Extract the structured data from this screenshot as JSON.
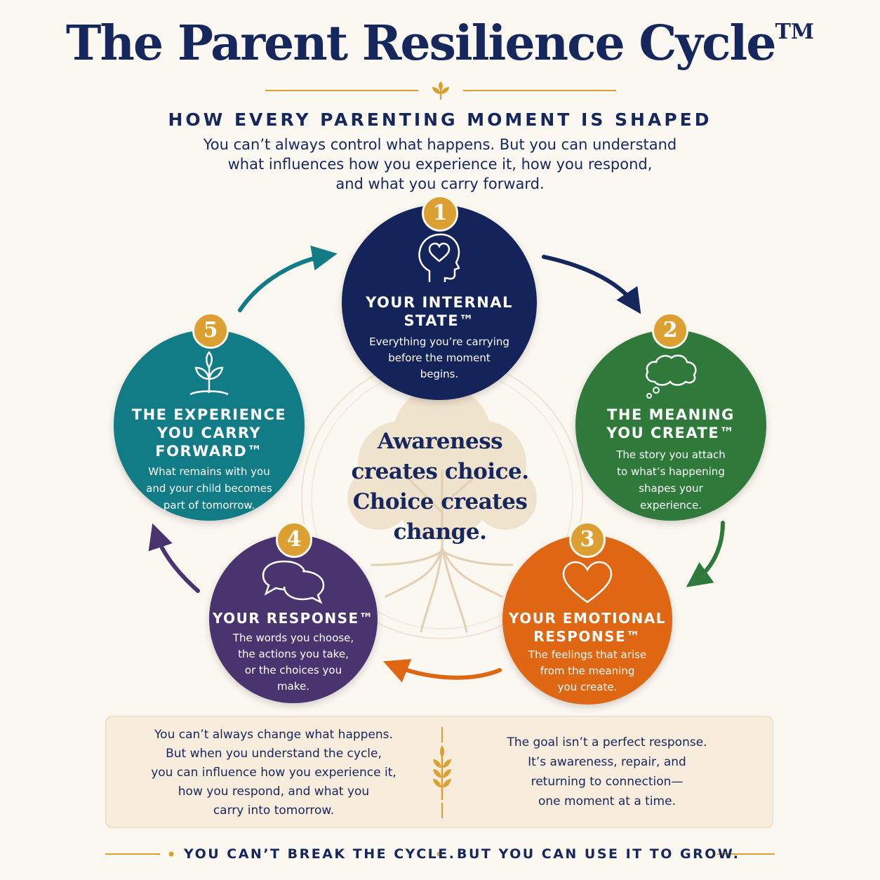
{
  "header": {
    "title": "The Parent Resilience Cycle",
    "title_mark": "TM",
    "subheading": "HOW EVERY PARENTING MOMENT IS SHAPED",
    "intro_lines": [
      "You can’t always control what happens. But you can understand",
      "what influences how you experience it, how you respond,",
      "and what you carry forward."
    ]
  },
  "stages": [
    {
      "number": "1",
      "title_lines": [
        "YOUR INTERNAL",
        "STATE™"
      ],
      "desc_lines": [
        "Everything you’re carrying",
        "before the moment",
        "begins."
      ],
      "color": "#14235a",
      "icon": "head-heart-icon"
    },
    {
      "number": "2",
      "title_lines": [
        "THE MEANING",
        "YOU CREATE™"
      ],
      "desc_lines": [
        "The story you attach",
        "to what’s happening",
        "shapes your",
        "experience."
      ],
      "color": "#2f7a3b",
      "icon": "thought-cloud-icon"
    },
    {
      "number": "3",
      "title_lines": [
        "YOUR EMOTIONAL",
        "RESPONSE™"
      ],
      "desc_lines": [
        "The feelings that arise",
        "from the meaning",
        "you create."
      ],
      "color": "#df6613",
      "icon": "heart-icon"
    },
    {
      "number": "4",
      "title_lines": [
        "YOUR RESPONSE™"
      ],
      "desc_lines": [
        "The words you choose,",
        "the actions you take,",
        "or the choices you",
        "make."
      ],
      "color": "#4a3470",
      "icon": "speech-bubbles-icon"
    },
    {
      "number": "5",
      "title_lines": [
        "THE EXPERIENCE",
        "YOU CARRY",
        "FORWARD™"
      ],
      "desc_lines": [
        "What remains with you",
        "and your child becomes",
        "part of tomorrow."
      ],
      "color": "#117b86",
      "icon": "sprout-icon"
    }
  ],
  "center": {
    "lines": [
      "Awareness",
      "creates choice.",
      "Choice creates",
      "change."
    ]
  },
  "box": {
    "left_lines": [
      "You can’t always change what happens.",
      "But when you understand the cycle,",
      "you can influence how you experience it,",
      "how you respond, and what you",
      "carry into tomorrow."
    ],
    "right_lines": [
      "The goal isn’t a perfect response.",
      "It’s awareness, repair, and",
      "returning to connection—",
      "one moment at a time."
    ]
  },
  "footer": {
    "part1": "YOU CAN’T BREAK THE CYCLE.",
    "part2": "BUT YOU CAN USE IT TO GROW."
  },
  "colors": {
    "navy": "#16275e",
    "gold": "#dba031",
    "green": "#2f7a3b",
    "orange": "#df6613",
    "purple": "#4a3470",
    "teal": "#117b86",
    "background": "#fbf7f1"
  }
}
